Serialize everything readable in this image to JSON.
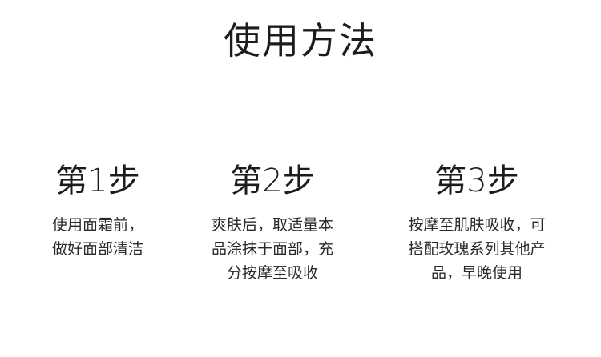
{
  "title": "使用方法",
  "steps": [
    {
      "heading": "第1步",
      "lines": [
        "使用面霜前，",
        "做好面部清洁"
      ]
    },
    {
      "heading": "第2步",
      "lines": [
        "爽肤后，取适量本",
        "品涂抹于面部，充",
        "分按摩至吸收"
      ]
    },
    {
      "heading": "第3步",
      "lines": [
        "按摩至肌肤吸收，可",
        "搭配玫瑰系列其他产",
        "品，早晚使用"
      ]
    }
  ]
}
